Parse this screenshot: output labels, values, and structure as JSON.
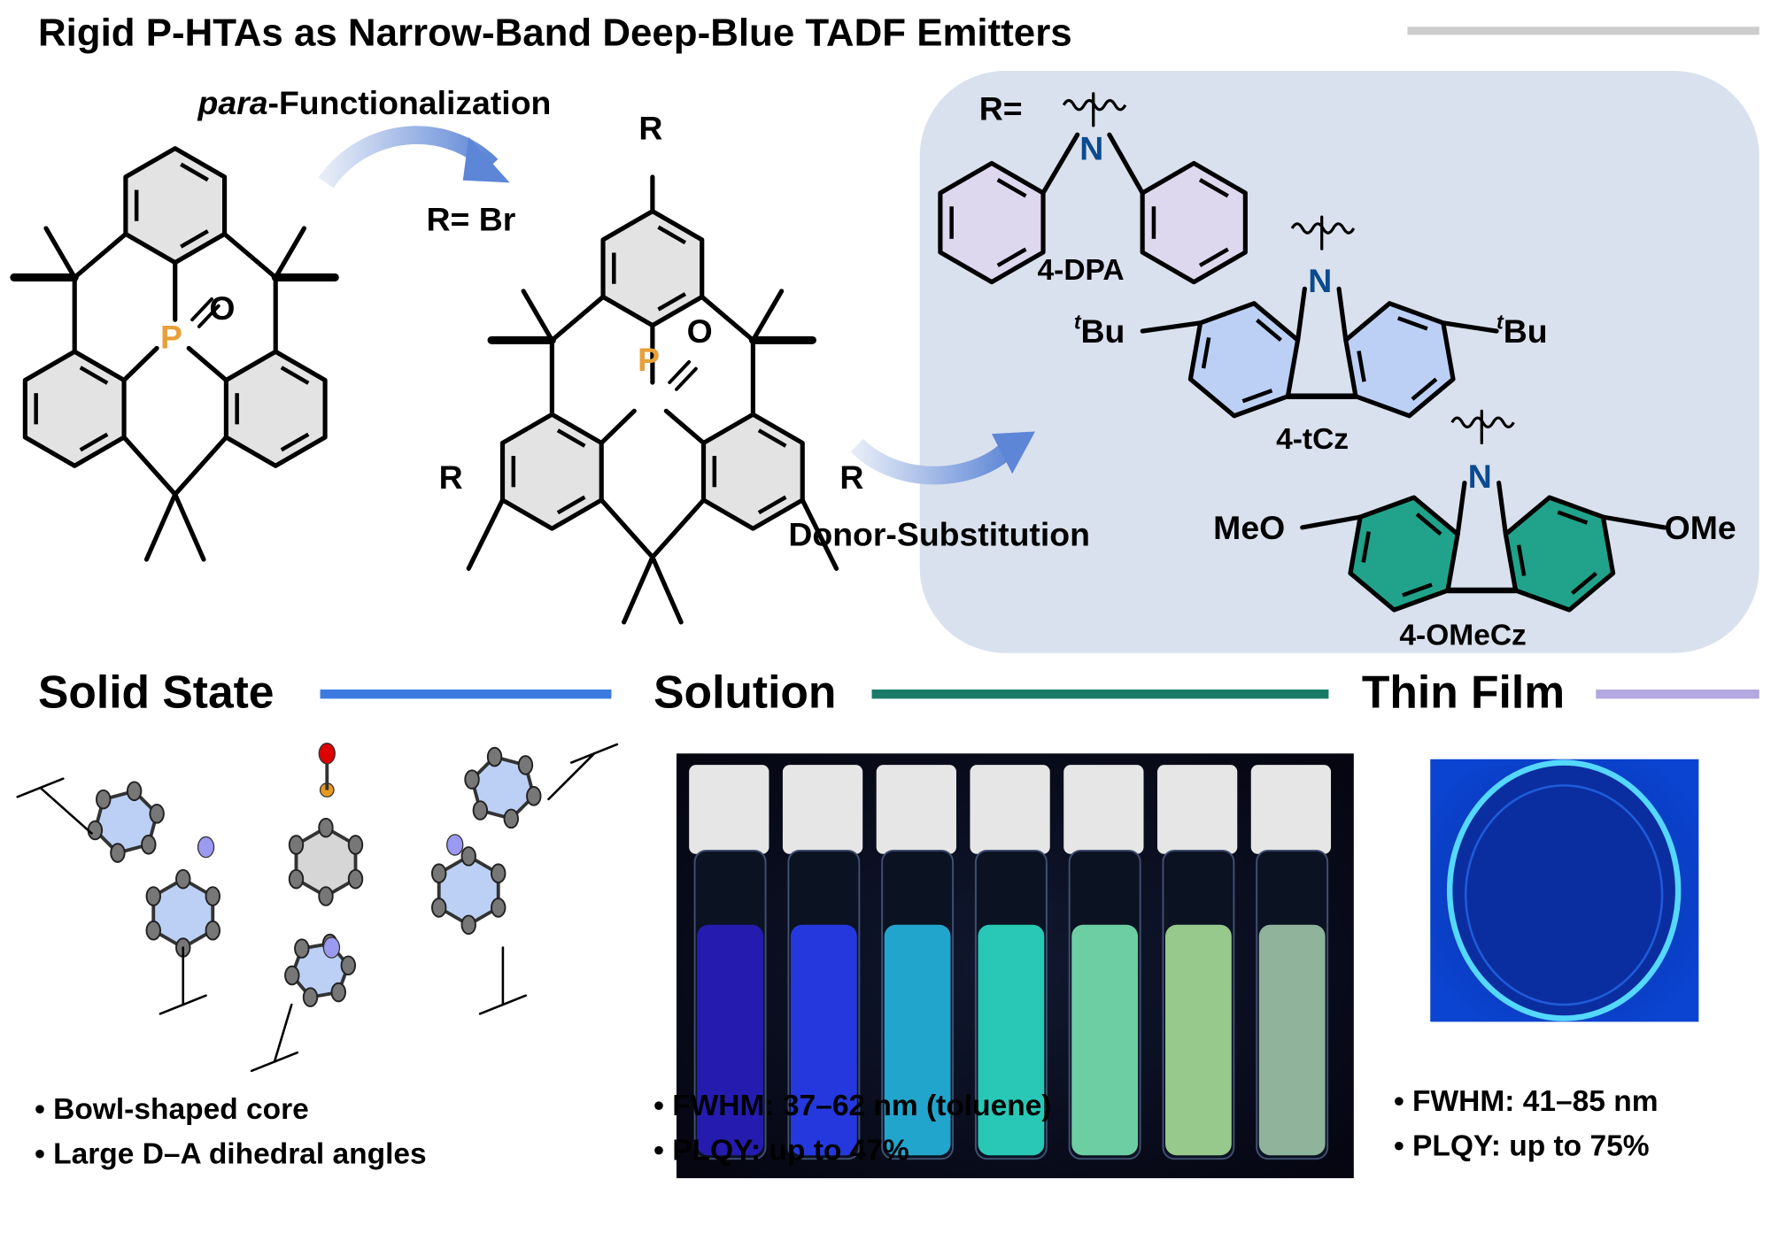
{
  "title": "Rigid P-HTAs as Narrow-Band Deep-Blue TADF Emitters",
  "scheme": {
    "step1_italic": "para",
    "step1_rest": "-Functionalization",
    "r_br": "R= Br",
    "r_label": "R",
    "p_label": "P",
    "o_label": "O",
    "step2": "Donor-Substitution"
  },
  "donors": {
    "r_eq": "R=",
    "n_label": "N",
    "dpa": "4-DPA",
    "tcz": "4-tCz",
    "tbu_sup": "t",
    "tbu": "Bu",
    "omecz": "4-OMeCz",
    "meo": "MeO",
    "ome": "OMe"
  },
  "sections": [
    {
      "title": "Solid State",
      "color": "#3b7be0",
      "bullets": [
        "Bowl-shaped core",
        "Large D–A dihedral angles"
      ]
    },
    {
      "title": "Solution",
      "color": "#1a7a68",
      "bullets": [
        "FWHM: 37–62 nm (toluene)",
        "PLQY: up to 47%"
      ]
    },
    {
      "title": "Thin Film",
      "color": "#b4a8e0",
      "bullets": [
        "FWHM: 41–85 nm",
        "PLQY: up to 75%"
      ]
    }
  ],
  "colors": {
    "phosphorus": "#e8a03a",
    "nitrogen": "#0b4a8f",
    "panel": "#d9e1ee",
    "dpa_fill": "#ddd8ee",
    "tcz_fill": "#bcd0f5",
    "omecz_fill": "#20a38a",
    "vials": [
      "#2a1fc8",
      "#2a40ff",
      "#27c0ea",
      "#2ee8d0",
      "#7ef0b8",
      "#b0eaa0",
      "#a8d0b0"
    ]
  }
}
